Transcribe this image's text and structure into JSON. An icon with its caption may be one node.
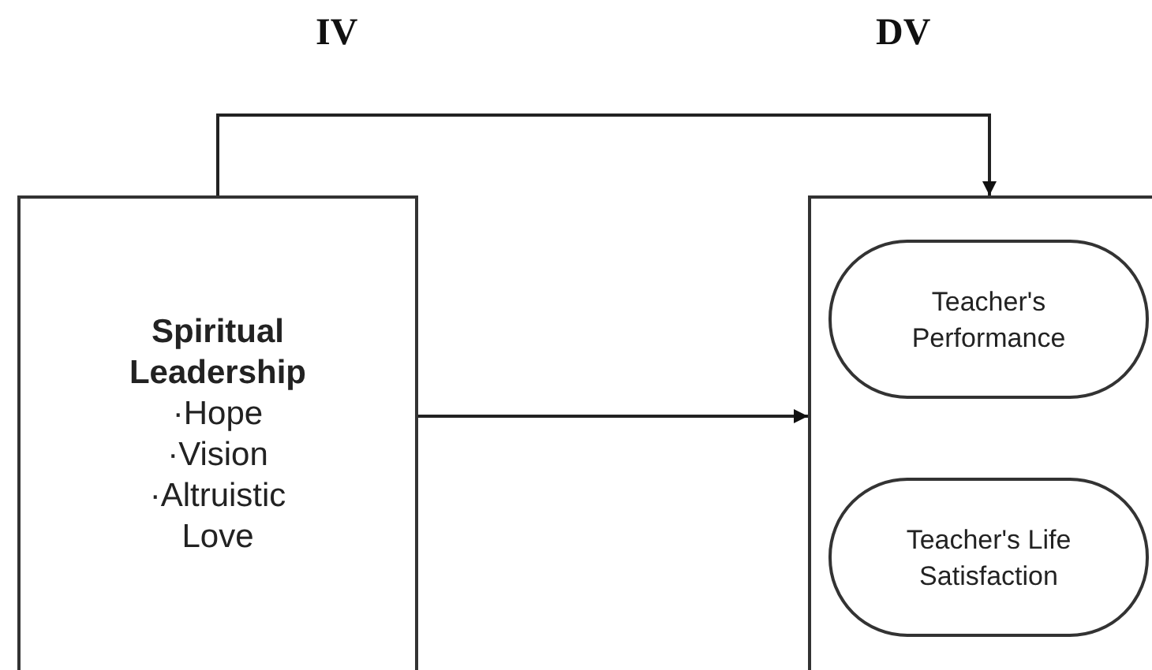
{
  "diagram": {
    "nodes": [
      {
        "text": [
          "Spiritual Leadership",
          "·Hope",
          "·Vision",
          "·Altruistic Love"
        ]
      },
      {
        "text": [],
        "shape": "box"
      },
      {
        "text": [
          "Teacher's Performance"
        ],
        "in": 1
      },
      {
        "text": [
          "Teacher's Life Satisfaction"
        ],
        "in": 1
      }
    ],
    "edges": [
      {
        "from": 0,
        "to": 1,
        "arrow": "to"
      },
      {
        "from": 0,
        "to": 1,
        "arrow": "to"
      }
    ],
    "labels": [
      "IV",
      "DV"
    ]
  }
}
